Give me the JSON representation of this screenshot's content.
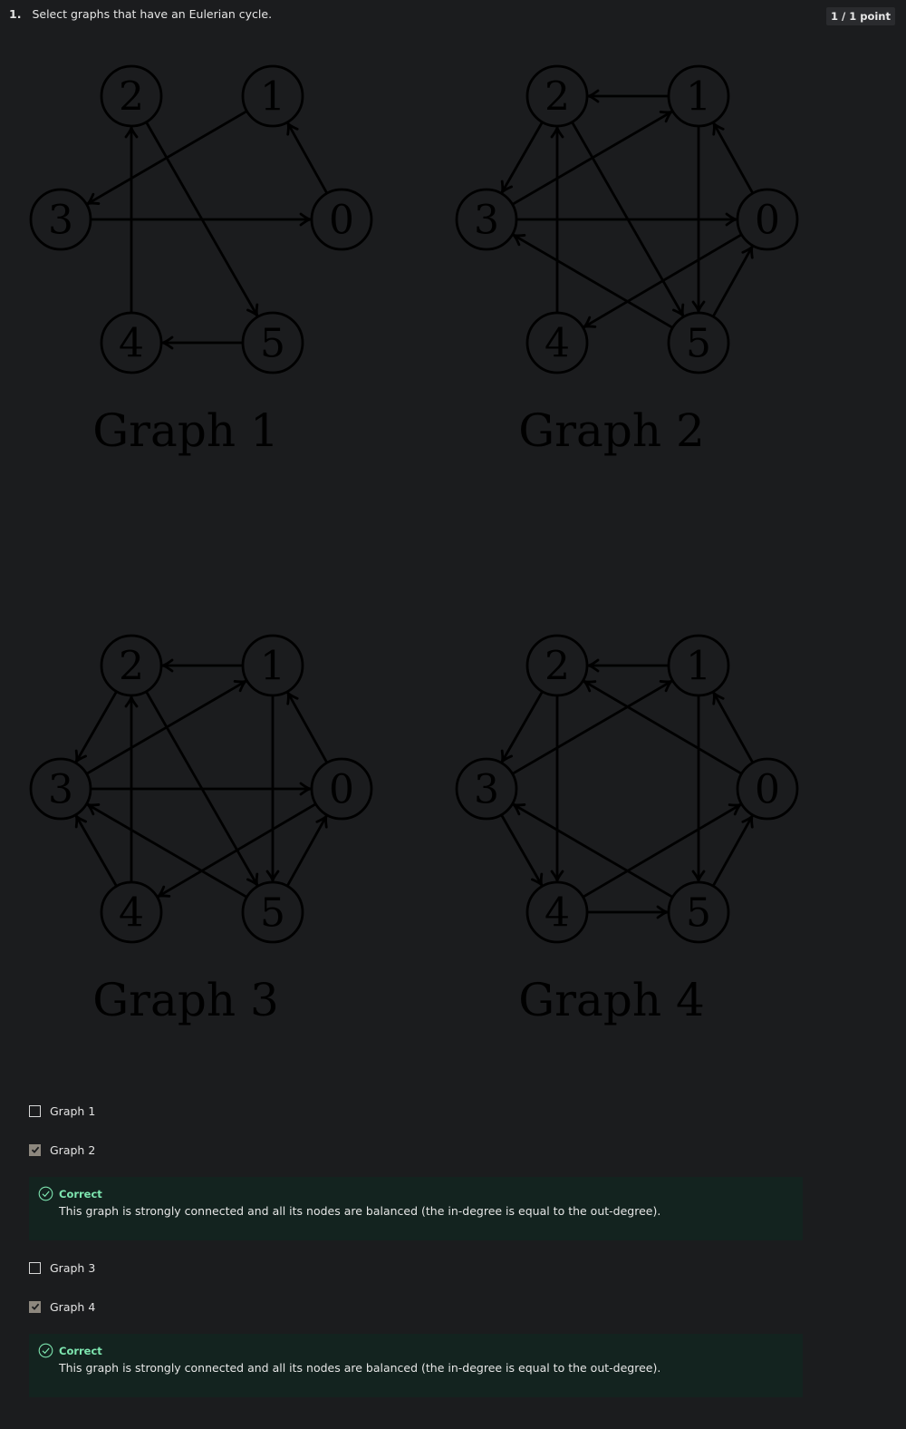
{
  "question": {
    "number": "1.",
    "text": "Select graphs that have an Eulerian cycle.",
    "points": "1 / 1 point"
  },
  "graphs": [
    {
      "caption": "Graph 1",
      "nodes": [
        "0",
        "1",
        "2",
        "3",
        "4",
        "5"
      ],
      "edges": [
        [
          "3",
          "0"
        ],
        [
          "0",
          "1"
        ],
        [
          "1",
          "3"
        ],
        [
          "2",
          "5"
        ],
        [
          "5",
          "4"
        ],
        [
          "4",
          "2"
        ]
      ]
    },
    {
      "caption": "Graph 2",
      "nodes": [
        "0",
        "1",
        "2",
        "3",
        "4",
        "5"
      ],
      "edges": [
        [
          "1",
          "2"
        ],
        [
          "2",
          "3"
        ],
        [
          "3",
          "1"
        ],
        [
          "3",
          "0"
        ],
        [
          "0",
          "1"
        ],
        [
          "1",
          "5"
        ],
        [
          "2",
          "5"
        ],
        [
          "4",
          "2"
        ],
        [
          "0",
          "4"
        ],
        [
          "5",
          "3"
        ],
        [
          "5",
          "0"
        ]
      ]
    },
    {
      "caption": "Graph 3",
      "nodes": [
        "0",
        "1",
        "2",
        "3",
        "4",
        "5"
      ],
      "edges": [
        [
          "1",
          "2"
        ],
        [
          "2",
          "3"
        ],
        [
          "3",
          "1"
        ],
        [
          "3",
          "0"
        ],
        [
          "0",
          "1"
        ],
        [
          "1",
          "5"
        ],
        [
          "2",
          "5"
        ],
        [
          "4",
          "2"
        ],
        [
          "4",
          "3"
        ],
        [
          "0",
          "4"
        ],
        [
          "5",
          "3"
        ],
        [
          "5",
          "0"
        ]
      ]
    },
    {
      "caption": "Graph 4",
      "nodes": [
        "0",
        "1",
        "2",
        "3",
        "4",
        "5"
      ],
      "edges": [
        [
          "1",
          "2"
        ],
        [
          "2",
          "3"
        ],
        [
          "3",
          "1"
        ],
        [
          "0",
          "1"
        ],
        [
          "0",
          "2"
        ],
        [
          "1",
          "5"
        ],
        [
          "2",
          "4"
        ],
        [
          "3",
          "4"
        ],
        [
          "4",
          "5"
        ],
        [
          "4",
          "0"
        ],
        [
          "5",
          "3"
        ],
        [
          "5",
          "0"
        ]
      ]
    }
  ],
  "options": [
    {
      "label": "Graph 1",
      "checked": false
    },
    {
      "label": "Graph 2",
      "checked": true,
      "feedback": {
        "title": "Correct",
        "text": "This graph is strongly connected and all its nodes are balanced (the in-degree is equal to the out-degree)."
      }
    },
    {
      "label": "Graph 3",
      "checked": false
    },
    {
      "label": "Graph 4",
      "checked": true,
      "feedback": {
        "title": "Correct",
        "text": "This graph is strongly connected and all its nodes are balanced (the in-degree is equal to the out-degree)."
      }
    }
  ],
  "colors": {
    "background": "#1b1c1e",
    "feedback_bg": "#13231f",
    "correct_green": "#7ee6b0",
    "checked_box": "#8d877e"
  },
  "icons": {
    "check": "checkmark-icon",
    "correct": "check-circle-icon"
  }
}
